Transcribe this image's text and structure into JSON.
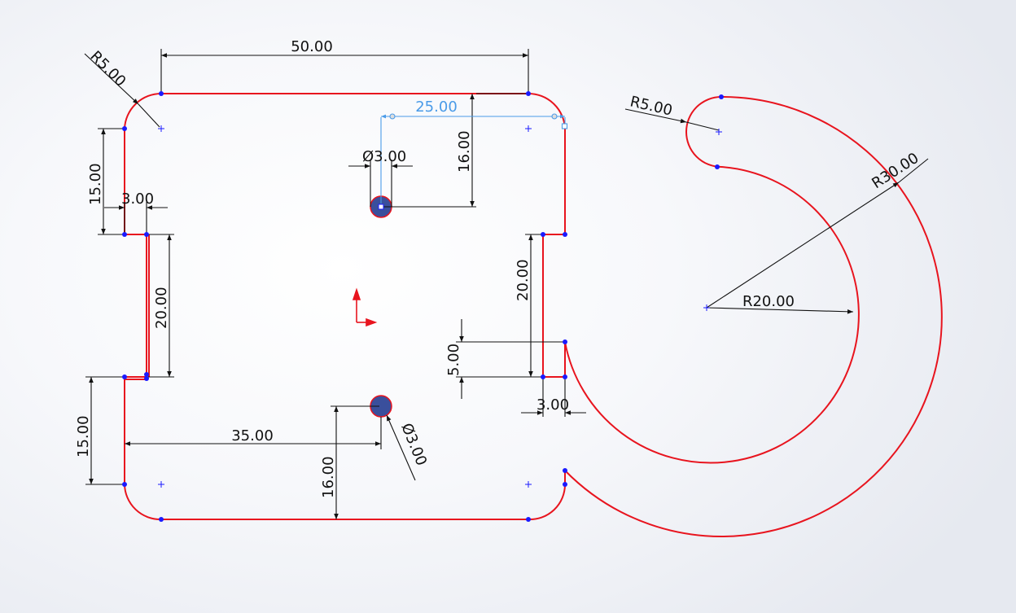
{
  "colors": {
    "geometry": "#e8141e",
    "dimension": "#111111",
    "selected_dimension": "#4a9be8",
    "vertex": "#1a1aff",
    "hole_fill": "#3a4f9c",
    "origin": "#e8141e"
  },
  "dimensions": {
    "top_width": "50.00",
    "hole_spacing": "25.00",
    "top_left_fillet": "R5.00",
    "upper_left_height": "15.00",
    "upper_notch_depth": "3.00",
    "left_slot_height": "20.00",
    "lower_left_height": "15.00",
    "top_hole_dia": "Ø3.00",
    "top_hole_offset": "16.00",
    "bottom_hole_dia": "Ø3.00",
    "bottom_hole_offset_x": "35.00",
    "bottom_hole_offset_y": "16.00",
    "right_slot_height": "20.00",
    "right_step_height": "5.00",
    "right_notch_depth": "3.00",
    "hook_tip_radius": "R5.00",
    "hook_outer_radius": "R30.00",
    "hook_inner_radius": "R20.00"
  },
  "icons": {
    "origin": "origin-icon",
    "vertex": "vertex-point-icon",
    "center": "center-mark-icon"
  }
}
